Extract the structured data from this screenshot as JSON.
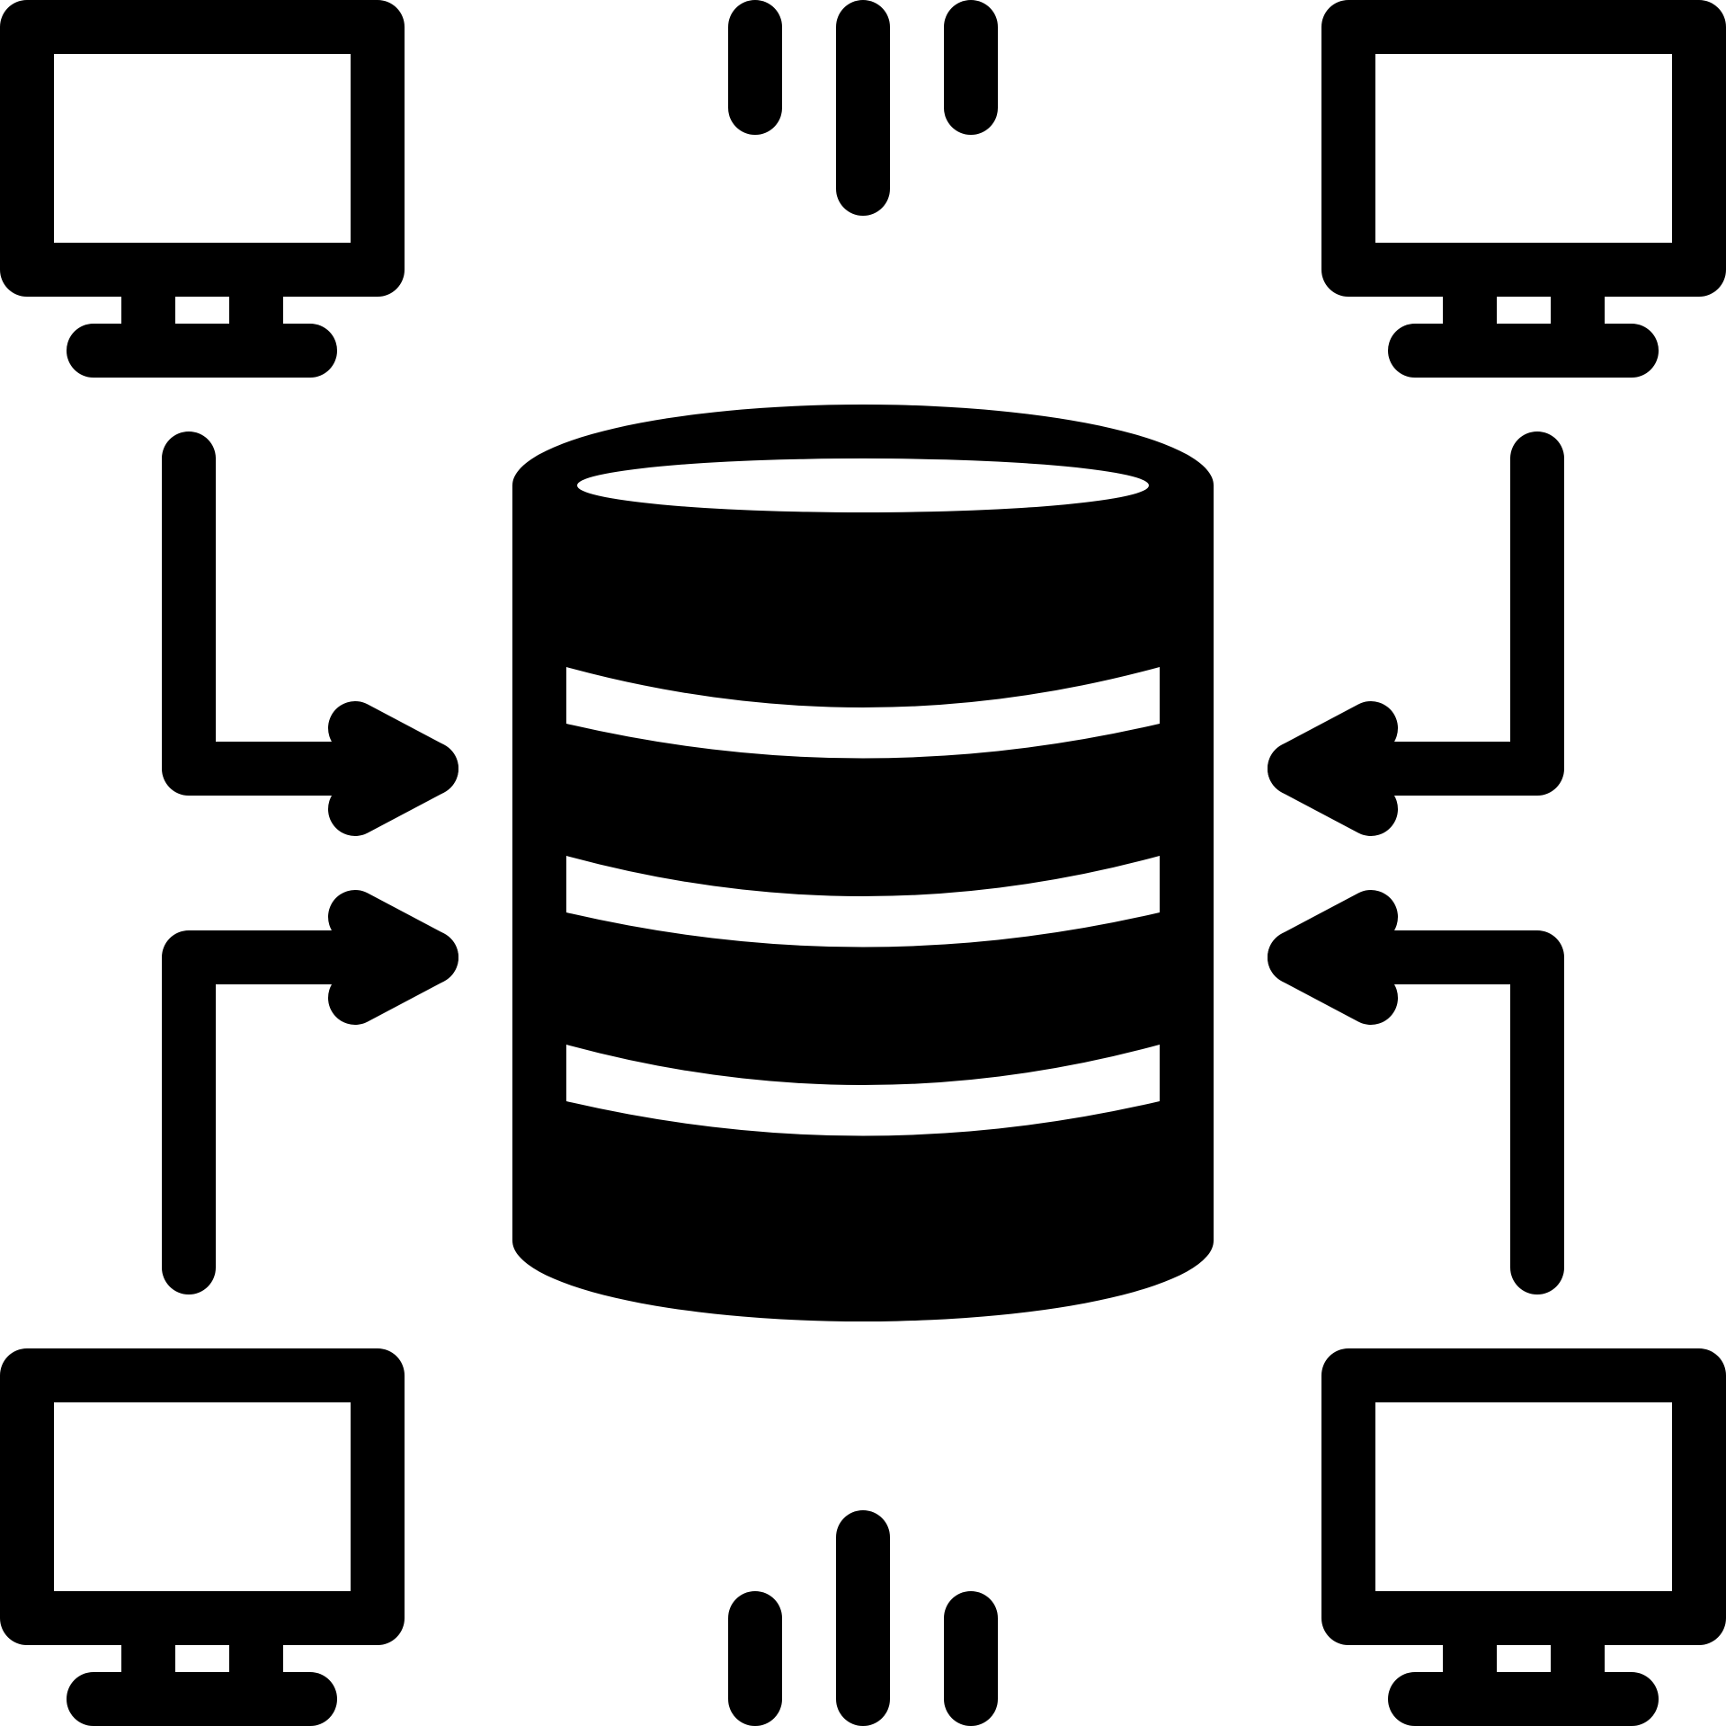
{
  "diagram": {
    "type": "icon",
    "description_nodes": [
      "database",
      "computer",
      "computer",
      "computer",
      "computer"
    ],
    "colors": {
      "foreground": "#000000",
      "background": "#ffffff"
    },
    "nodes": [
      {
        "id": "database",
        "icon": "database-icon"
      },
      {
        "id": "computer-top-left",
        "icon": "monitor-icon"
      },
      {
        "id": "computer-top-right",
        "icon": "monitor-icon"
      },
      {
        "id": "computer-bottom-left",
        "icon": "monitor-icon"
      },
      {
        "id": "computer-bottom-right",
        "icon": "monitor-icon"
      }
    ],
    "edges": [
      {
        "from": "computer-top-left",
        "to": "database",
        "icon": "arrow-right-icon"
      },
      {
        "from": "computer-bottom-left",
        "to": "database",
        "icon": "arrow-right-icon"
      },
      {
        "from": "computer-top-right",
        "to": "database",
        "icon": "arrow-left-icon"
      },
      {
        "from": "computer-bottom-right",
        "to": "database",
        "icon": "arrow-left-icon"
      }
    ],
    "decorations": [
      "signal-bars-top",
      "signal-bars-bottom"
    ]
  }
}
